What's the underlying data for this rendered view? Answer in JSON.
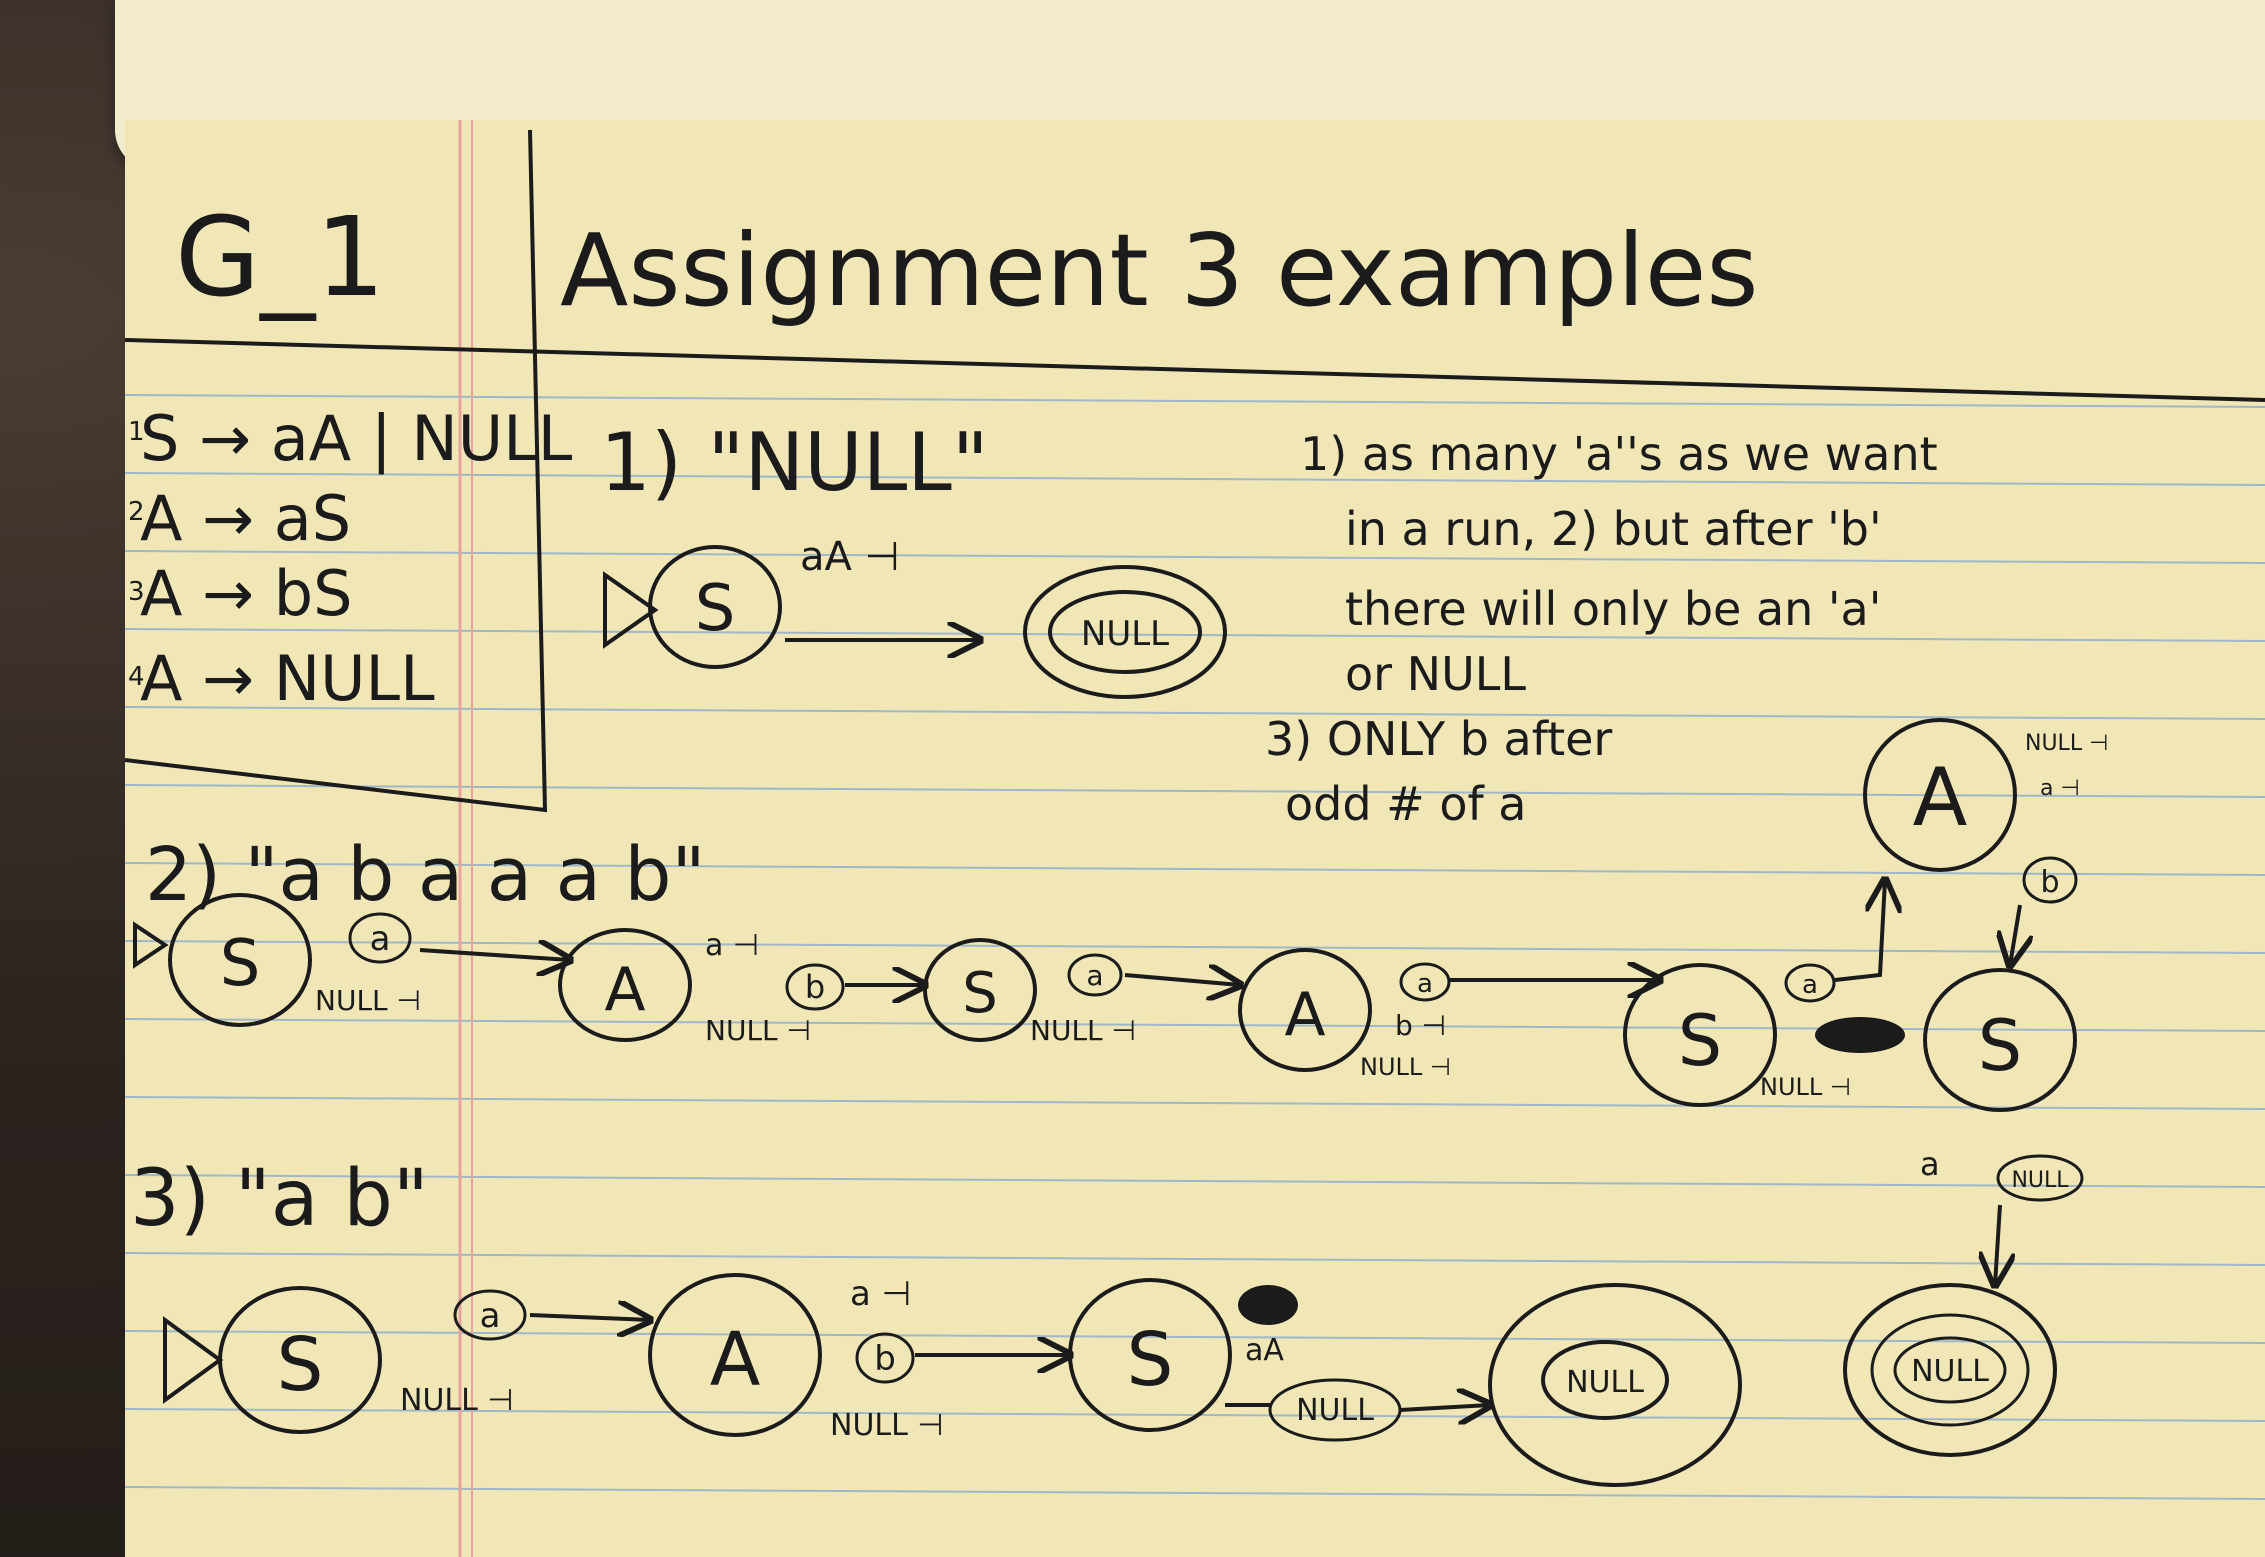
{
  "page": {
    "corner_label": "G_1",
    "title": "Assignment 3 examples"
  },
  "grammar": {
    "rules": [
      {
        "num": "1",
        "text": "S → aA | NULL"
      },
      {
        "num": "2",
        "text": "A → aS"
      },
      {
        "num": "3",
        "text": "A → bS"
      },
      {
        "num": "4",
        "text": "A → NULL"
      }
    ]
  },
  "notes": {
    "line1": "1) as many 'a''s as we want",
    "line2": "in a run, 2) but after 'b'",
    "line3": "there will only be an 'a'",
    "line4": "or NULL",
    "line5": "3) ONLY b after",
    "line6": "odd # of a"
  },
  "example1": {
    "heading": "1) \"NULL\"",
    "start": "S",
    "edge_label": "aA ⊣",
    "final": "NULL"
  },
  "example2": {
    "heading": "2) \"a b a a a b\"",
    "states": [
      "S",
      "A",
      "S",
      "A",
      "S",
      "A",
      "S"
    ],
    "a_label": "a",
    "b_label": "b",
    "null_label": "NULL ⊣",
    "aa_label": "a ⊣",
    "bb_label": "b ⊣",
    "null_short": "NULL ⊣",
    "final": "NULL",
    "final_edge": "a",
    "a_top_null": "NULL ⊣",
    "a_top_a": "a ⊣"
  },
  "example3": {
    "heading": "3) \"a b\"",
    "states": [
      "S",
      "A",
      "S"
    ],
    "a_label": "a",
    "b_label": "b",
    "null_label": "NULL ⊣",
    "a_arrow": "a ⊣",
    "aa_label": "aA",
    "null_edge": "NULL",
    "final1": "NULL",
    "final2": "NULL"
  },
  "colors": {
    "paper": "#f1e7b6",
    "rule_line": "#9fb7c9",
    "margin_line": "#e7a3a0",
    "ink": "#1b1b1b"
  }
}
